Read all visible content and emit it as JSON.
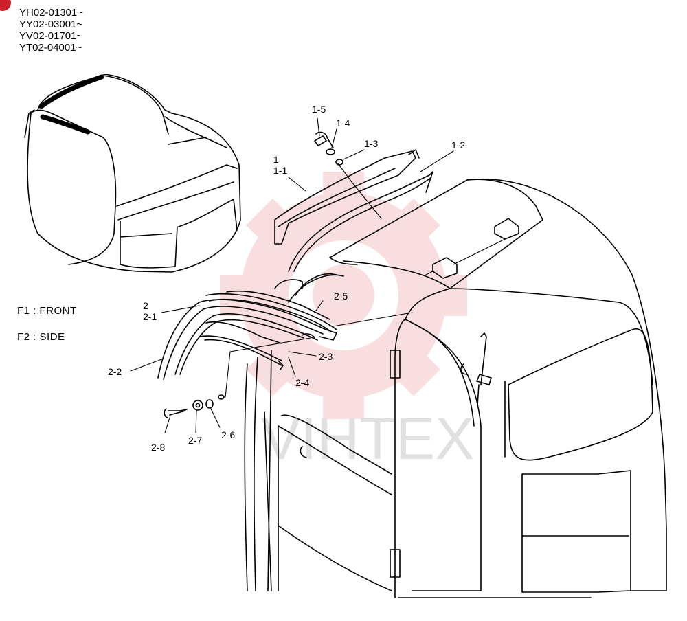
{
  "serial_ranges": [
    "YH02-01301~",
    "YY02-03001~",
    "YV02-01701~",
    "YT02-04001~"
  ],
  "legend": [
    {
      "code": "F1",
      "label": "FRONT"
    },
    {
      "code": "F2",
      "label": "SIDE"
    }
  ],
  "callouts": {
    "p1": "1",
    "p1_1": "1-1",
    "p1_2": "1-2",
    "p1_3": "1-3",
    "p1_4": "1-4",
    "p1_5": "1-5",
    "p2": "2",
    "p2_1": "2-1",
    "p2_2": "2-2",
    "p2_3": "2-3",
    "p2_4": "2-4",
    "p2_5": "2-5",
    "p2_6": "2-6",
    "p2_7": "2-7",
    "p2_8": "2-8"
  },
  "watermark": {
    "text": "VIHTEX",
    "color": "#e8a0a4"
  },
  "colors": {
    "badge": "#cc1f2a",
    "line": "#000000"
  }
}
